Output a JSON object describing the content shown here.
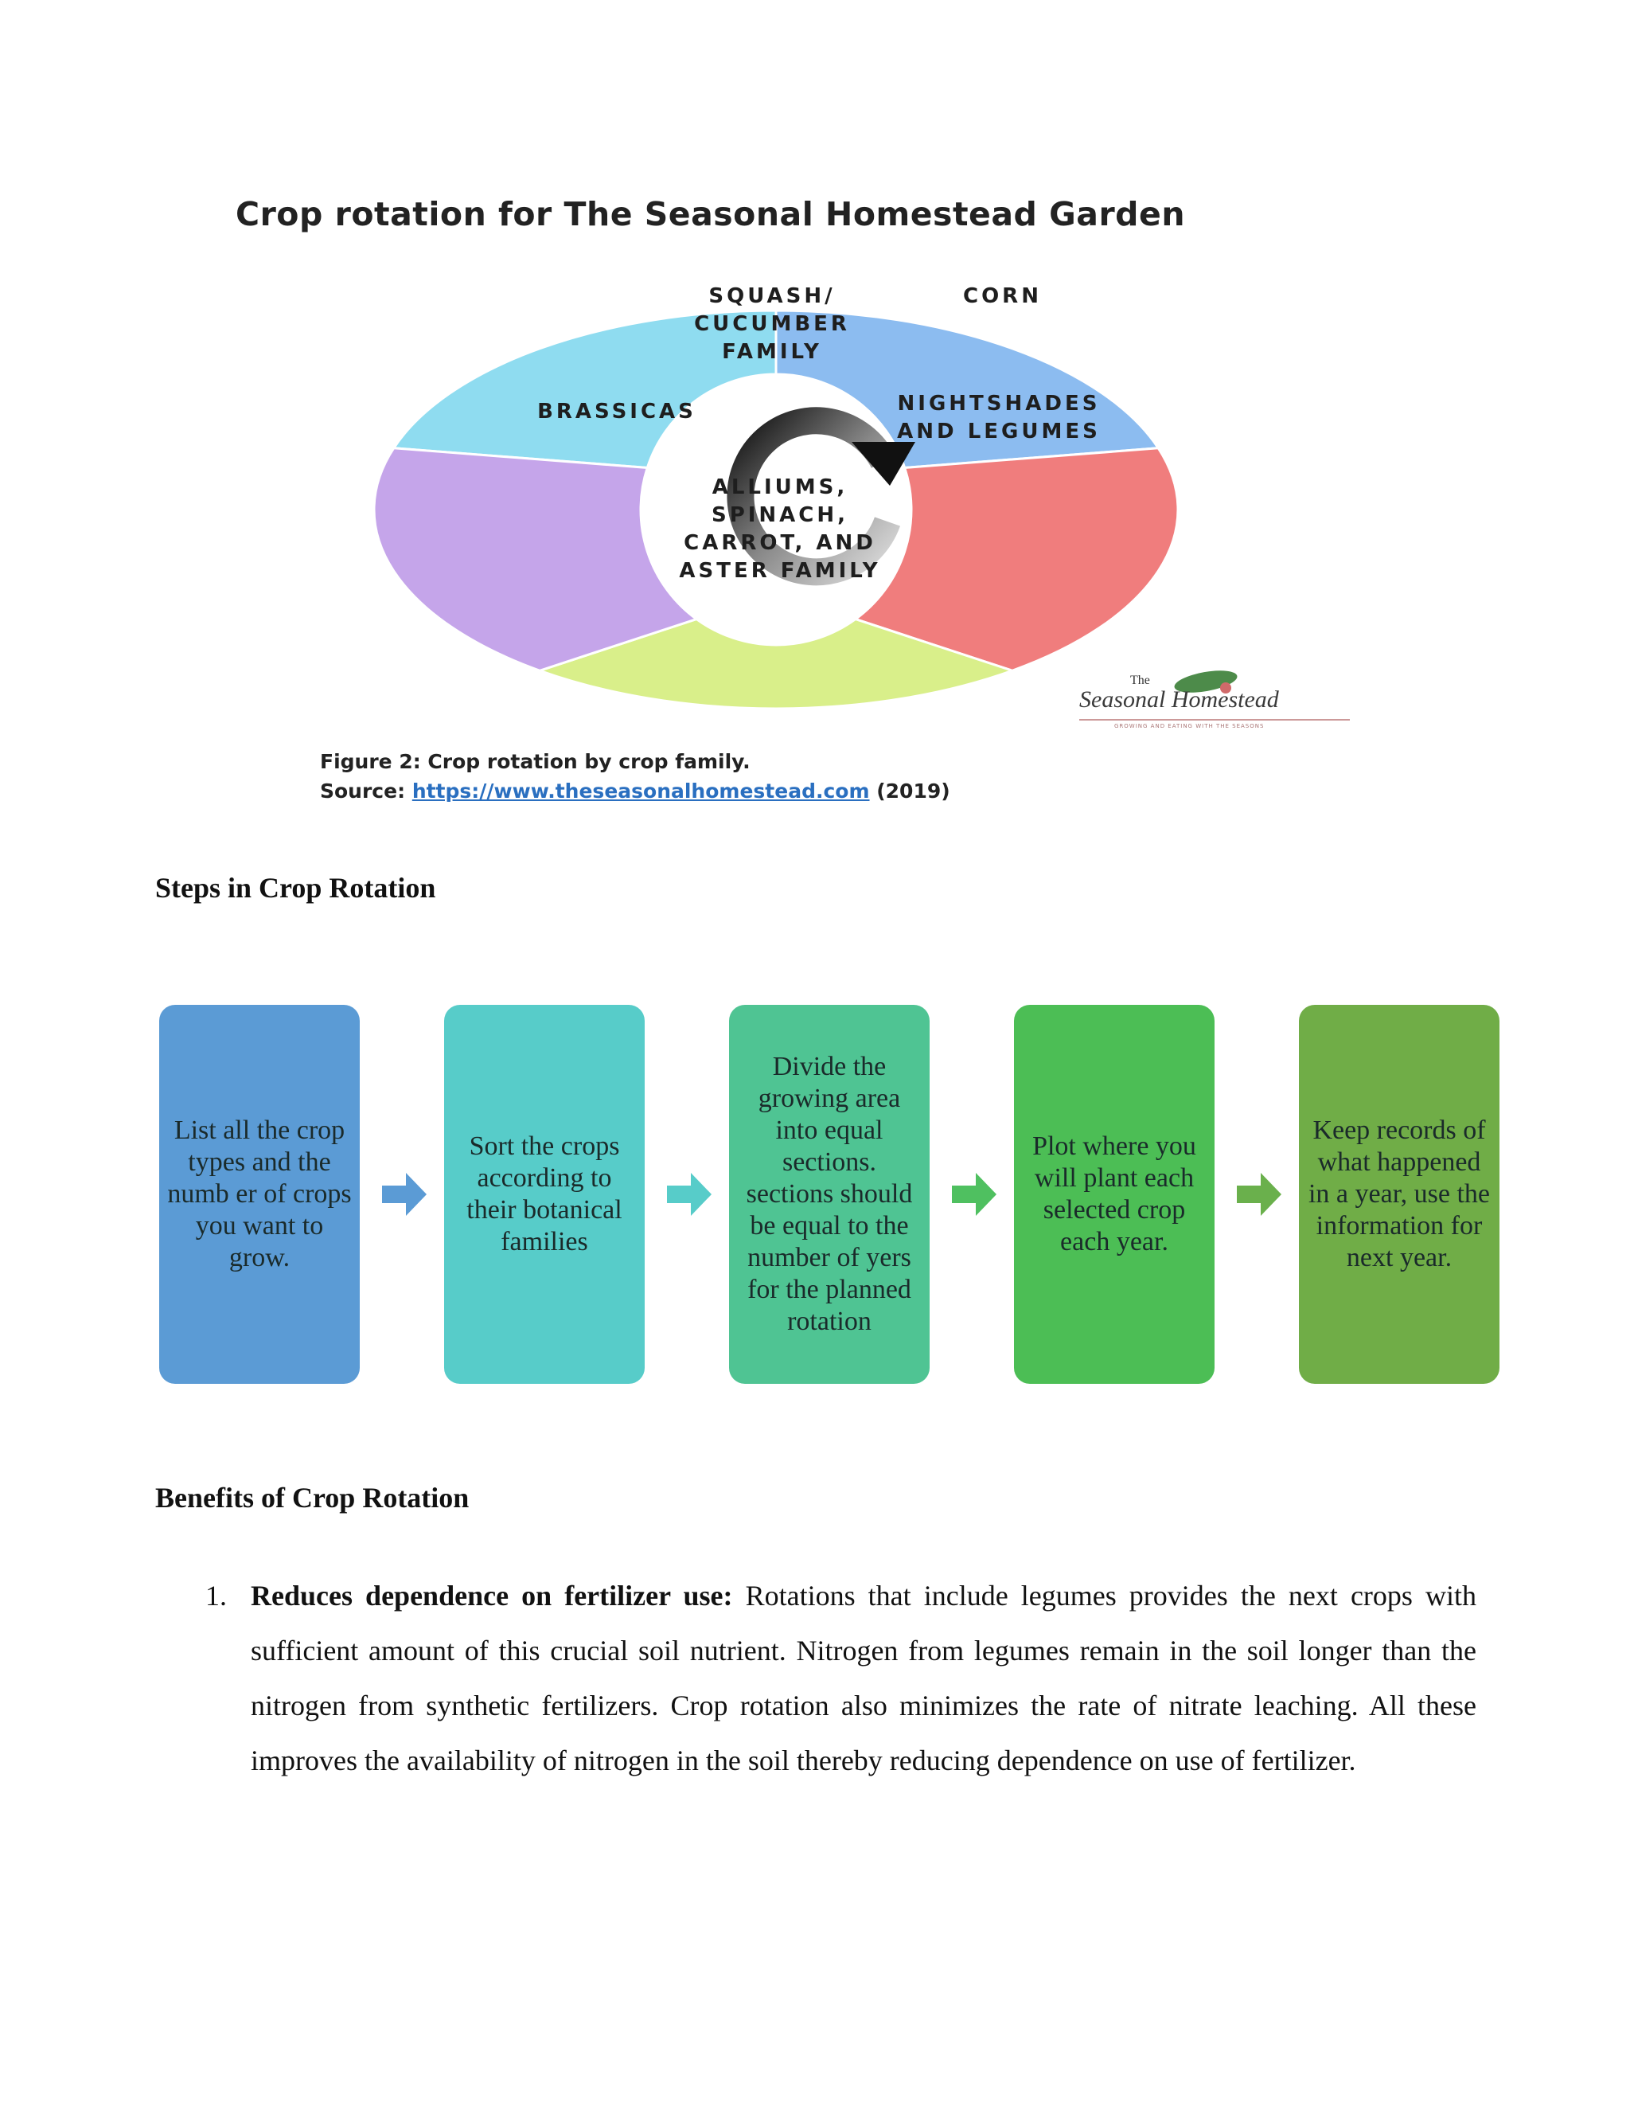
{
  "figure": {
    "title": "Crop rotation for The Seasonal Homestead Garden",
    "segments": [
      {
        "lines": [
          "Squash/",
          "Cucumber",
          "Family"
        ],
        "color": "#8fdcf0"
      },
      {
        "lines": [
          "Corn"
        ],
        "color": "#8cbcf0"
      },
      {
        "lines": [
          "Nightshades",
          "and Legumes"
        ],
        "color": "#f07d7d"
      },
      {
        "lines": [
          "Alliums,",
          "Spinach,",
          "Carrot, and",
          "Aster Family"
        ],
        "color": "#d9ef8a"
      },
      {
        "lines": [
          "Brassicas"
        ],
        "color": "#c5a5ea"
      }
    ],
    "logo": {
      "small": "The",
      "text": "Seasonal Homestead",
      "tagline": "GROWING AND EATING WITH THE SEASONS"
    },
    "caption": {
      "line1": "Figure 2: Crop rotation by crop family.",
      "source_label": "Source:",
      "source_url": "https://www.theseasonalhomestead.com",
      "source_year": "(2019)"
    }
  },
  "steps_heading": "Steps in Crop Rotation",
  "steps": [
    {
      "text": "List all the crop types and the numb er of crops you want to grow.",
      "color": "#5b9bd5",
      "arrow": "#5b9bd5"
    },
    {
      "text": "Sort the crops according to their botanical families",
      "color": "#57ccc9",
      "arrow": "#57ccc9"
    },
    {
      "text": "Divide the growing area into equal sections. sections should be equal to the number of yers for the planned rotation",
      "color": "#4fc493",
      "arrow": "#4fc060"
    },
    {
      "text": "Plot where you will plant each selected crop each year.",
      "color": "#4cbe55",
      "arrow": "#6ab04c"
    },
    {
      "text": "Keep records of what happened in a year, use the information for next year.",
      "color": "#70ad47"
    }
  ],
  "benefits_heading": "Benefits of Crop Rotation",
  "benefits": [
    {
      "number": "1.",
      "title": "Reduces dependence on fertilizer use:",
      "text": " Rotations that include legumes provides the next crops with sufficient amount of this crucial soil nutrient. Nitrogen from legumes remain in the soil longer than the nitrogen from synthetic fertilizers. Crop rotation also minimizes the rate of nitrate leaching. All these improves the availability of nitrogen in the soil thereby reducing dependence on use of fertilizer."
    }
  ]
}
